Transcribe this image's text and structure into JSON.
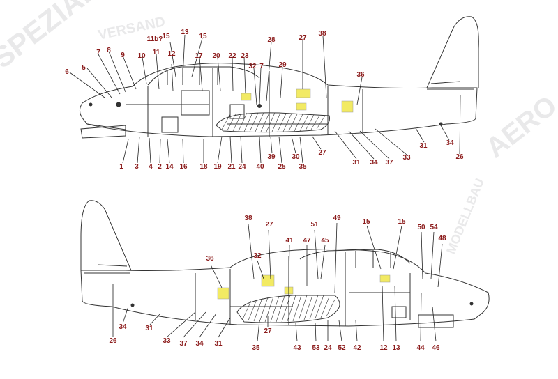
{
  "watermarks": {
    "brand_a": "SPEZIAL",
    "brand_b": "AERO",
    "line_a": "VERSAND",
    "line_b": "MODELLBAU"
  },
  "views": {
    "left_profile": {
      "callouts": [
        "1",
        "2",
        "3",
        "4",
        "5",
        "6",
        "7",
        "7",
        "8",
        "9",
        "10",
        "11",
        "11b?",
        "12",
        "13",
        "14",
        "15",
        "15",
        "16",
        "17",
        "18",
        "19",
        "20",
        "21",
        "22",
        "23",
        "24",
        "25",
        "26",
        "27",
        "27",
        "28",
        "29",
        "30",
        "31",
        "31",
        "32",
        "33",
        "34",
        "34",
        "35",
        "36",
        "37",
        "38",
        "39",
        "40"
      ]
    },
    "right_profile": {
      "callouts": [
        "12",
        "13",
        "15",
        "15",
        "24",
        "26",
        "27",
        "27",
        "31",
        "31",
        "32",
        "33",
        "34",
        "34",
        "35",
        "36",
        "37",
        "38",
        "41",
        "42",
        "43",
        "44",
        "45",
        "46",
        "47",
        "48",
        "49",
        "50",
        "51",
        "52",
        "53",
        "54"
      ]
    }
  },
  "colors": {
    "callout": "#8b1a1a",
    "line": "#333333",
    "stencil_yellow": "#f2ea63",
    "watermark": "#e9e9ea"
  }
}
